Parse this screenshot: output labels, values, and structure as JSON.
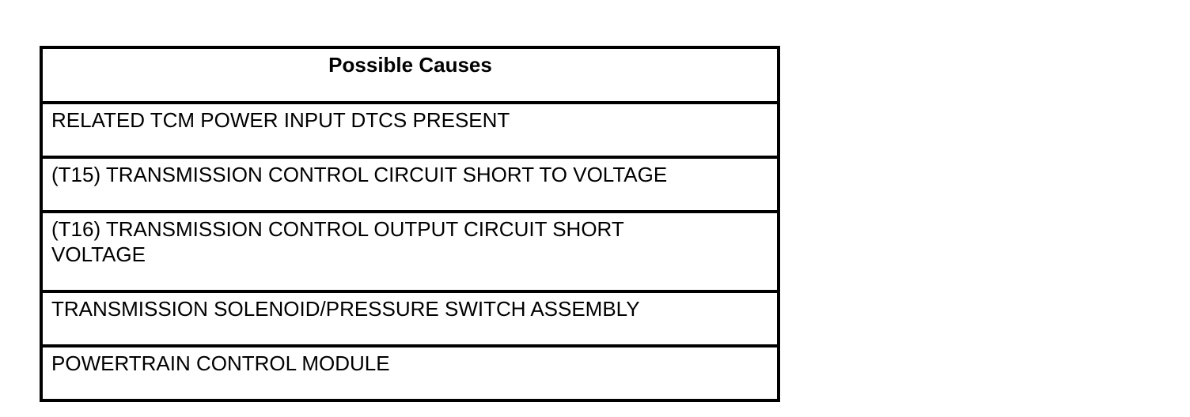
{
  "table": {
    "header": "Possible Causes",
    "rows": [
      {
        "text": "RELATED TCM POWER INPUT DTCS PRESENT",
        "lines": 1
      },
      {
        "text": "(T15) TRANSMISSION CONTROL CIRCUIT SHORT TO VOLTAGE",
        "lines": 1
      },
      {
        "text": "(T16) TRANSMISSION CONTROL OUTPUT CIRCUIT SHORT VOLTAGE",
        "lines": 2
      },
      {
        "text": "TRANSMISSION SOLENOID/PRESSURE SWITCH ASSEMBLY",
        "lines": 1
      },
      {
        "text": "POWERTRAIN CONTROL MODULE",
        "lines": 1
      }
    ]
  }
}
